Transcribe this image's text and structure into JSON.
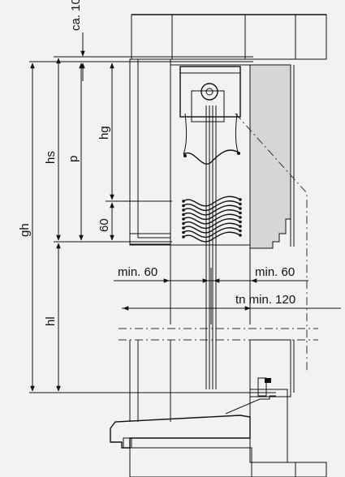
{
  "dimensions": {
    "ca10": "ca. 10",
    "gh": "gh",
    "hs": "hs",
    "p": "p",
    "hg": "hg",
    "d60": "60",
    "hl": "hl",
    "min60_left": "min. 60",
    "min60_right": "min. 60",
    "tn_min120": "tn min. 120"
  },
  "colors": {
    "background": "#f2f2f2",
    "wall_fill": "#d6d6d6",
    "line": "#111111"
  }
}
